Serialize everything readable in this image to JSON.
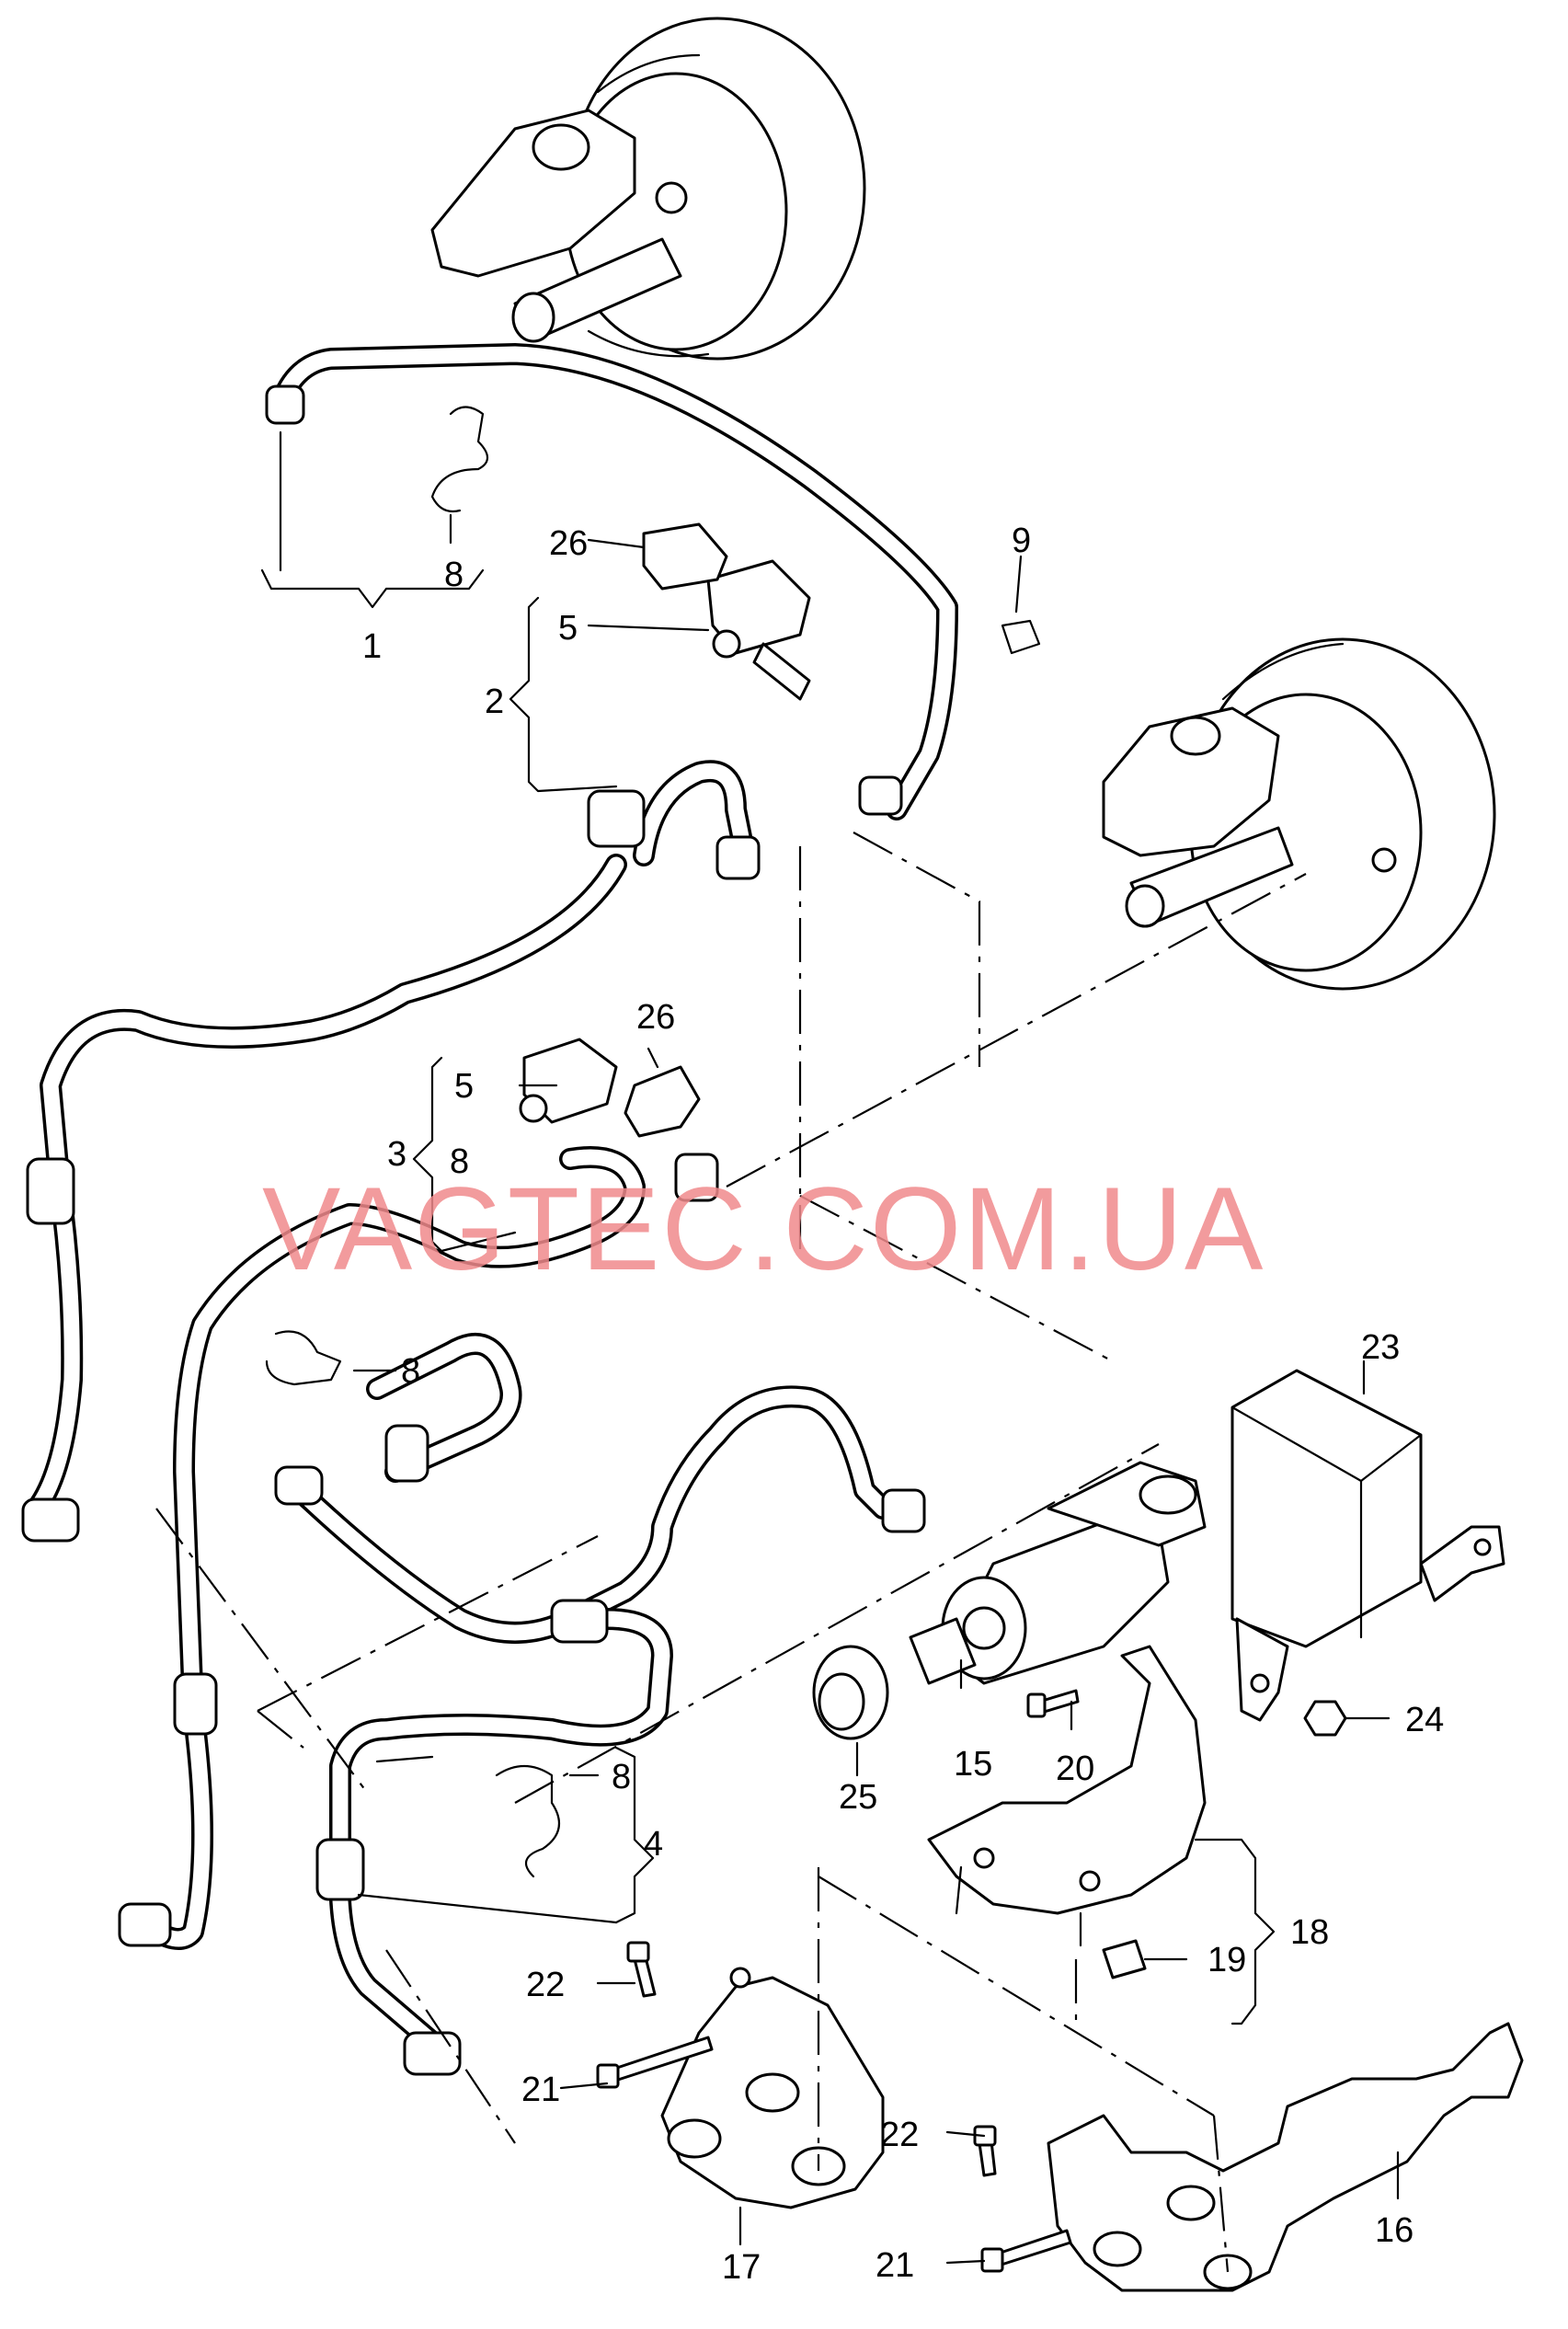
{
  "watermark": "VAGTEC.COM.UA",
  "callouts": [
    {
      "id": "c1",
      "text": "1"
    },
    {
      "id": "c2",
      "text": "2"
    },
    {
      "id": "c3",
      "text": "3"
    },
    {
      "id": "c4",
      "text": "4"
    },
    {
      "id": "c5a",
      "text": "5"
    },
    {
      "id": "c5b",
      "text": "5"
    },
    {
      "id": "c8a",
      "text": "8"
    },
    {
      "id": "c8b",
      "text": "8"
    },
    {
      "id": "c8c",
      "text": "8"
    },
    {
      "id": "c8d",
      "text": "8"
    },
    {
      "id": "c9",
      "text": "9"
    },
    {
      "id": "c15",
      "text": "15"
    },
    {
      "id": "c16",
      "text": "16"
    },
    {
      "id": "c17",
      "text": "17"
    },
    {
      "id": "c18",
      "text": "18"
    },
    {
      "id": "c19",
      "text": "19"
    },
    {
      "id": "c20",
      "text": "20"
    },
    {
      "id": "c21a",
      "text": "21"
    },
    {
      "id": "c21b",
      "text": "21"
    },
    {
      "id": "c22a",
      "text": "22"
    },
    {
      "id": "c22b",
      "text": "22"
    },
    {
      "id": "c23",
      "text": "23"
    },
    {
      "id": "c24",
      "text": "24"
    },
    {
      "id": "c25",
      "text": "25"
    },
    {
      "id": "c26a",
      "text": "26"
    },
    {
      "id": "c26b",
      "text": "26"
    }
  ]
}
